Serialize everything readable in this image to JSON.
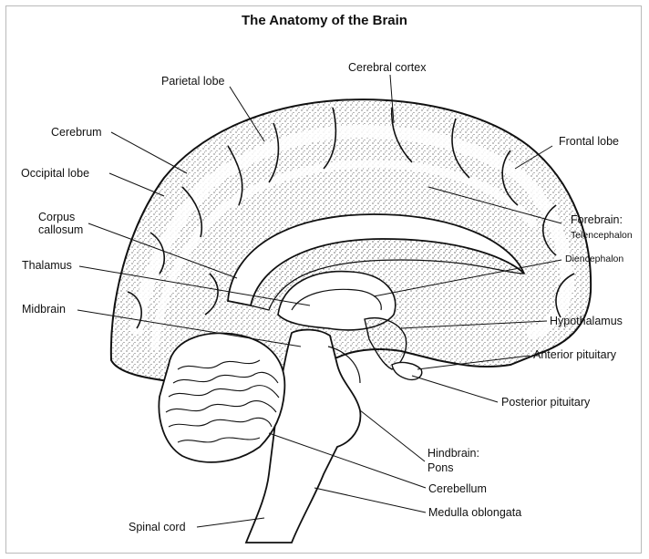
{
  "title": "The Anatomy of the Brain",
  "labels": {
    "parietal_lobe": "Parietal lobe",
    "cerebral_cortex": "Cerebral cortex",
    "cerebrum": "Cerebrum",
    "frontal_lobe": "Frontal lobe",
    "occipital_lobe": "Occipital lobe",
    "corpus_callosum_1": "Corpus",
    "corpus_callosum_2": "callosum",
    "forebrain": "Forebrain:",
    "telencephalon": "Telencephalon",
    "diencephalon": "Diencephalon",
    "thalamus": "Thalamus",
    "midbrain": "Midbrain",
    "hypothalamus": "Hypothalamus",
    "anterior_pituitary": "Anterior pituitary",
    "posterior_pituitary": "Posterior pituitary",
    "hindbrain": "Hindbrain:",
    "pons": "Pons",
    "cerebellum": "Cerebellum",
    "medulla_oblongata": "Medulla oblongata",
    "spinal_cord": "Spinal cord"
  }
}
